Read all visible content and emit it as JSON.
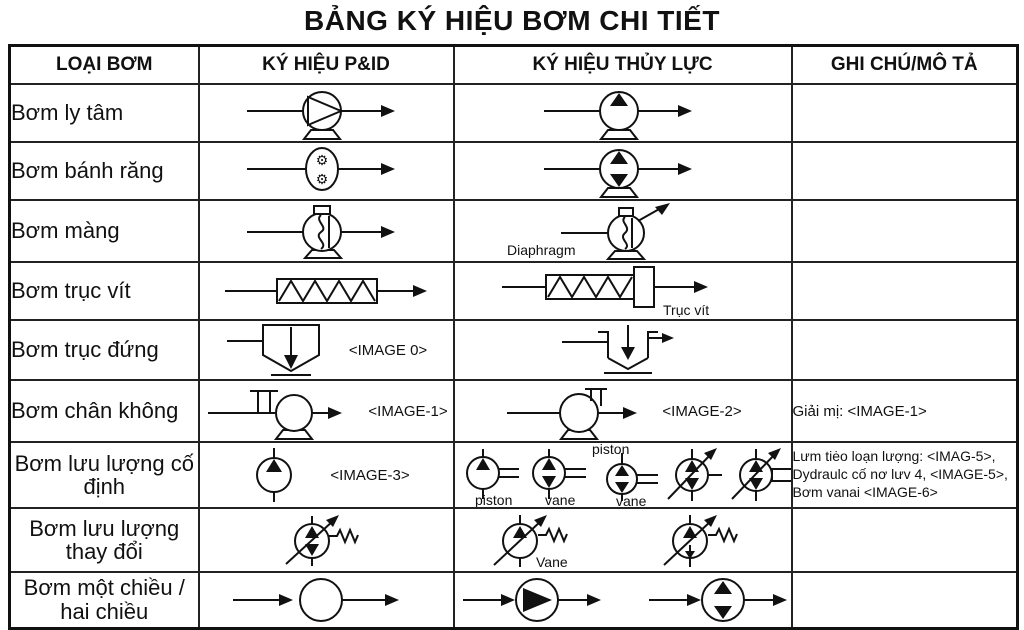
{
  "title": "BẢNG KÝ HIỆU BƠM CHI TIẾT",
  "headers": {
    "type": "LOẠI BƠM",
    "pid": "KÝ HIỆU P&ID",
    "hyd": "KÝ HIỆU THỦY LỰC",
    "notes": "GHI CHÚ/MÔ TẢ"
  },
  "icons": {
    "gear": "⚙"
  },
  "rows": [
    {
      "type": "Bơm ly tâm"
    },
    {
      "type": "Bơm bánh răng"
    },
    {
      "type": "Bơm màng",
      "hyd_label": "Diaphragm"
    },
    {
      "type": "Bơm trục vít",
      "hyd_label": "Trục vít"
    },
    {
      "type": "Bơm trục đứng",
      "pid_caption": "<IMAGE 0>"
    },
    {
      "type": "Bơm chân không",
      "pid_caption": "<IMAGE-1>",
      "hyd_caption": "<IMAGE-2>",
      "notes": "Giải mị: <IMAGE-1>"
    },
    {
      "type": "Bơm lưu lượng cố định",
      "pid_caption": "<IMAGE-3>",
      "labels": {
        "piston1": "piston",
        "vane1": "vane",
        "piston2": "piston",
        "vane2": "vane"
      },
      "notes_lines": [
        "Lưm tiėo loạn lượng: <IMAG-5>,",
        "Dydraulc cố nơ lưv 4, <IMAGE-5>,",
        "Bơm vanai <IMAGE-6>"
      ]
    },
    {
      "type": "Bơm lưu lượng thay đổi",
      "hyd_label": "Vane"
    },
    {
      "type": "Bơm một chiều / hai chiều"
    }
  ]
}
